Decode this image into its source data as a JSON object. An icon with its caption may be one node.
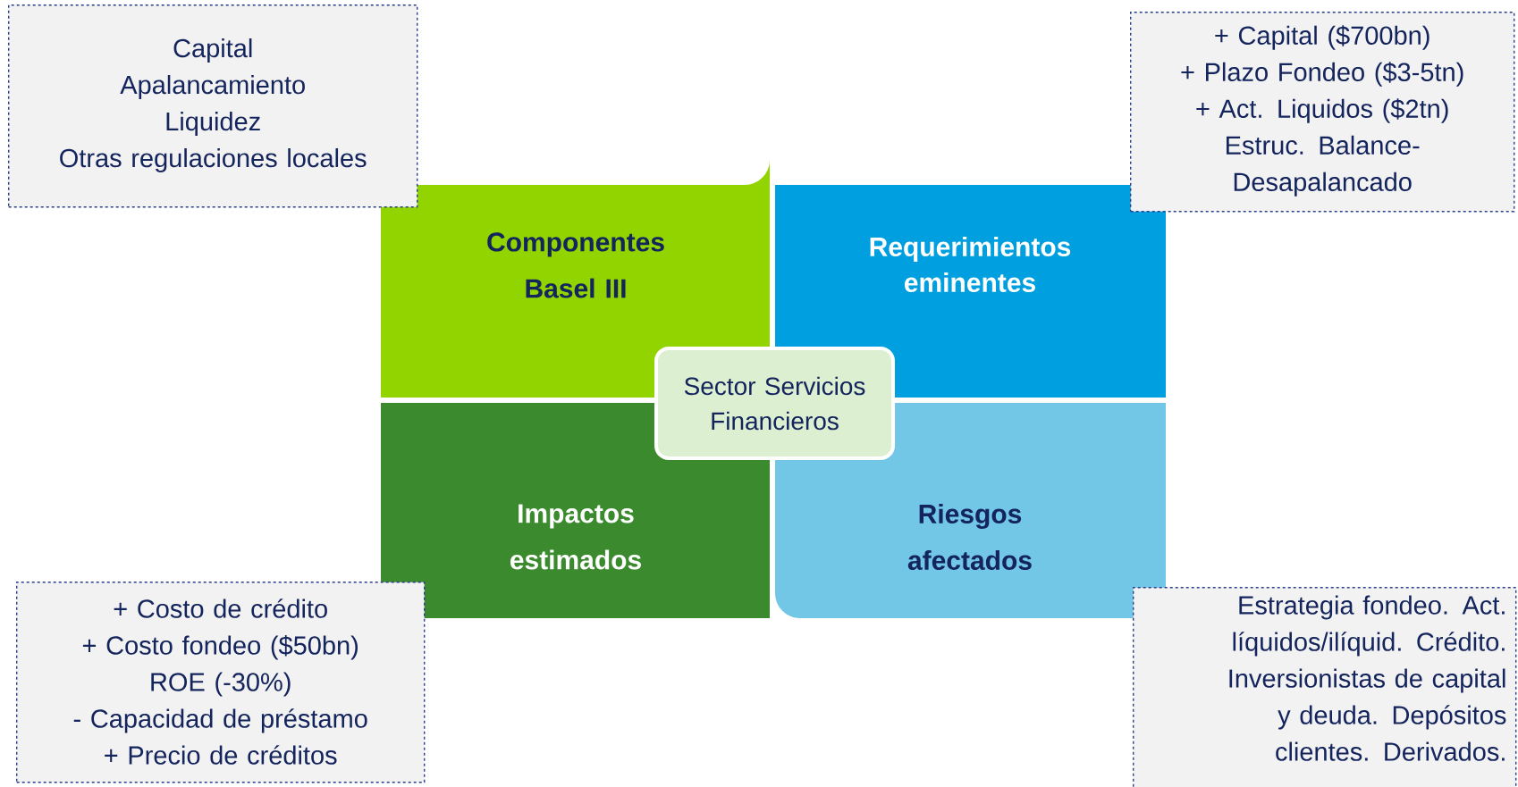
{
  "diagram": {
    "nodes": [
      {
        "text": [
          "Capital",
          "Apalancamiento",
          "Liquidez",
          "Otras regulaciones locales"
        ]
      },
      {
        "text": [
          "+ Capital ($700bn)",
          "+ Plazo Fondeo ($3-5tn)",
          "+ Act. Liquidos ($2tn)",
          "Estruc. Balance-Desapalancado"
        ]
      },
      {
        "text": [
          "Componentes Basel III"
        ]
      },
      {
        "text": [
          "Requerimientos eminentes"
        ]
      },
      {
        "text": [
          "Sector Servicios Financieros"
        ]
      },
      {
        "text": [
          "Impactos estimados"
        ]
      },
      {
        "text": [
          "Riesgos afectados"
        ]
      },
      {
        "text": [
          "+ Costo de crédito",
          "+ Costo fondeo ($50bn)",
          "ROE (-30%)",
          "- Capacidad de préstamo",
          "+ Precio de créditos"
        ]
      },
      {
        "text": [
          "Estrategia fondeo. Act. líquidos/ilíquid. Crédito. Inversionistas de capital y deuda. Depósitos clientes. Derivados."
        ]
      }
    ]
  }
}
